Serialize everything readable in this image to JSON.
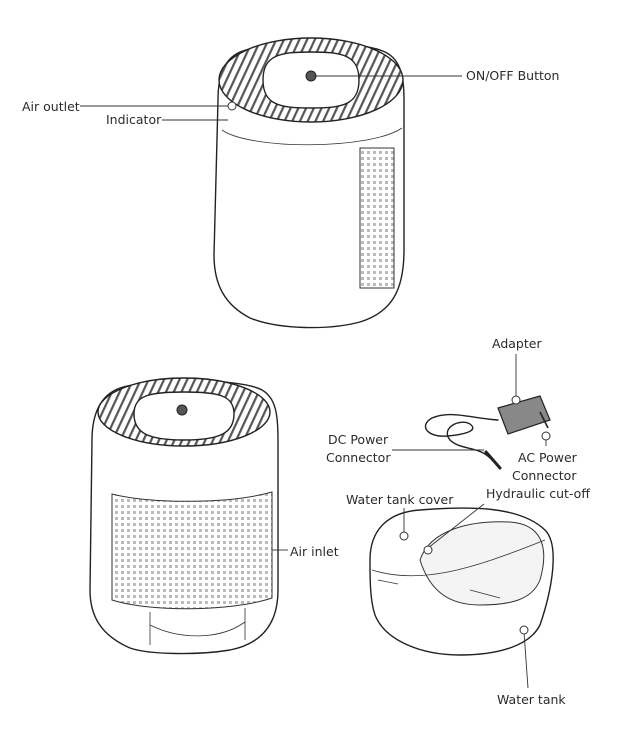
{
  "labels": {
    "on_off_button": "ON/OFF Button",
    "air_outlet": "Air outlet",
    "indicator": "Indicator",
    "adapter": "Adapter",
    "dc_power_connector_line1": "DC Power",
    "dc_power_connector_line2": "Connector",
    "ac_power_connector_line1": "AC Power",
    "ac_power_connector_line2": "Connector",
    "water_tank_cover": "Water tank cover",
    "hydraulic_cutoff": "Hydraulic cut-off",
    "air_inlet": "Air inlet",
    "water_tank": "Water tank"
  }
}
